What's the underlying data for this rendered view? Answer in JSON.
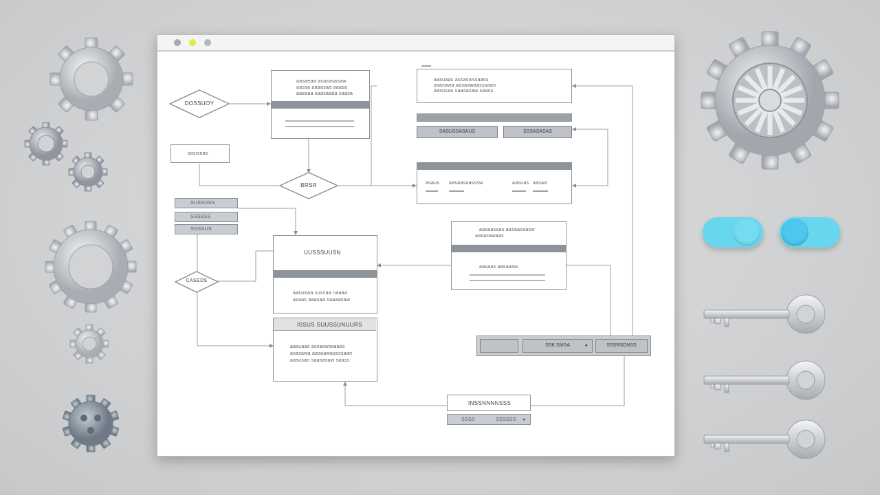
{
  "window": {
    "traffic_colors": [
      "#a7a9ac",
      "#e6e84a",
      "#b5b7ba"
    ]
  },
  "flowchart": {
    "decision_top": "DOSSUOY",
    "decision_mid": "BRSR",
    "decision_bottom": "CASEDS",
    "small_node": "sasisoas",
    "list_items": [
      "SUSSUSS",
      "SSSSSS",
      "SOSSUS"
    ],
    "entity_a": {
      "title": "UUSSSUUSN",
      "lines": [
        "aasuswa sussaa naaaa",
        "asaas aaasaa saaaasaw"
      ]
    },
    "entity_b": {
      "title": "ISSUS SUUSSUNUURS",
      "lines": [
        "aasuaas assaswssaass",
        "asasawa aasaawaasssaan",
        "aasusan saasasaw saass"
      ]
    },
    "top_box": {
      "lines": [
        "aasaeaa asasasasaw",
        "aassa aaaasaa aaasa",
        "aasaaa saasaaaa saasa"
      ]
    },
    "mid_bar": {
      "left": "SASUSSASAUS",
      "right": "SSSASASAS"
    },
    "table_box": {
      "cols": [
        "asaus",
        "aasaasaasssw",
        "aasuas",
        "aasaa"
      ]
    },
    "right_box": {
      "lines": [
        "aasaasaas aasaasaasw",
        "aasasawaas",
        "aasaas aasaasw"
      ]
    },
    "toolbar": {
      "left": "",
      "middle": "SSK SMSA",
      "right": "SSSRSDNSS"
    },
    "footer_node": "INSSNNNNSSS",
    "footer_controls": {
      "left": "SSSS",
      "right": "SSSSSS"
    }
  },
  "decorations": {
    "toggle_color": "#67d7ee",
    "icons": [
      "gear-icon",
      "gear-icon",
      "gear-icon",
      "gear-icon",
      "gear-icon",
      "gear-icon",
      "gear-icon",
      "toggle-switch-icon",
      "toggle-switch-icon",
      "key-icon",
      "key-icon",
      "key-icon"
    ]
  }
}
